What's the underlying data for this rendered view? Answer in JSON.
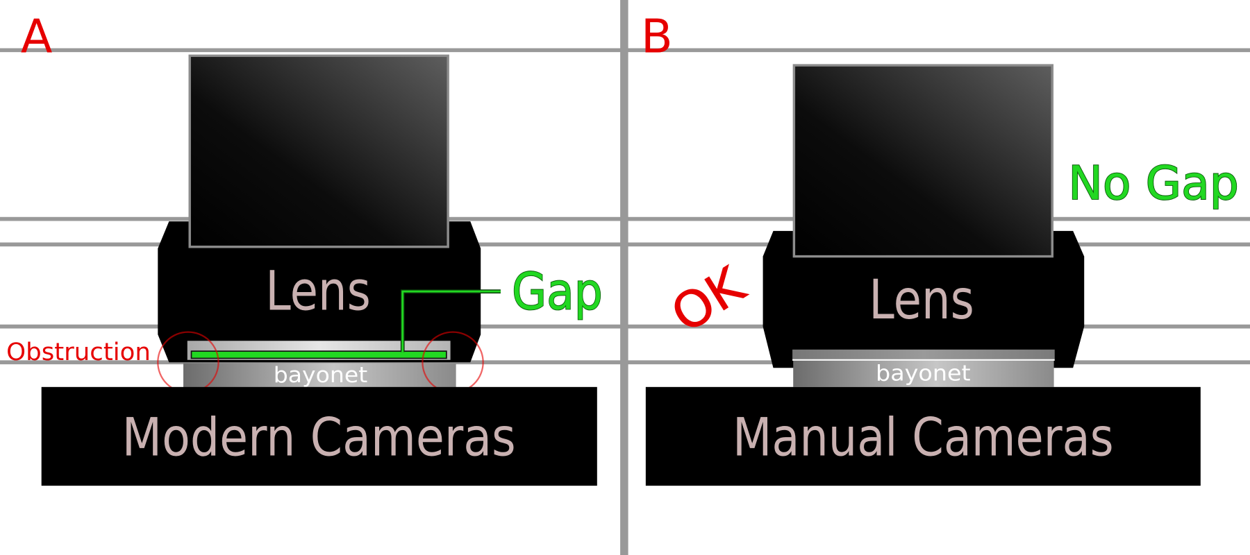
{
  "panel_a": {
    "letter": "A",
    "lens_label": "Lens",
    "gap_label": "Gap",
    "obstruction_label": "Obstruction",
    "bayonet_label": "bayonet",
    "camera_label": "Modern Cameras"
  },
  "panel_b": {
    "letter": "B",
    "lens_label": "Lens",
    "no_gap_label": "No Gap",
    "ok_label": "OK",
    "bayonet_label": "bayonet",
    "camera_label": "Manual Cameras"
  },
  "colors": {
    "label_red": "#e60000",
    "gap_green": "#22d822",
    "text_pink": "#c9b1b1",
    "guide_gray": "#999999"
  }
}
